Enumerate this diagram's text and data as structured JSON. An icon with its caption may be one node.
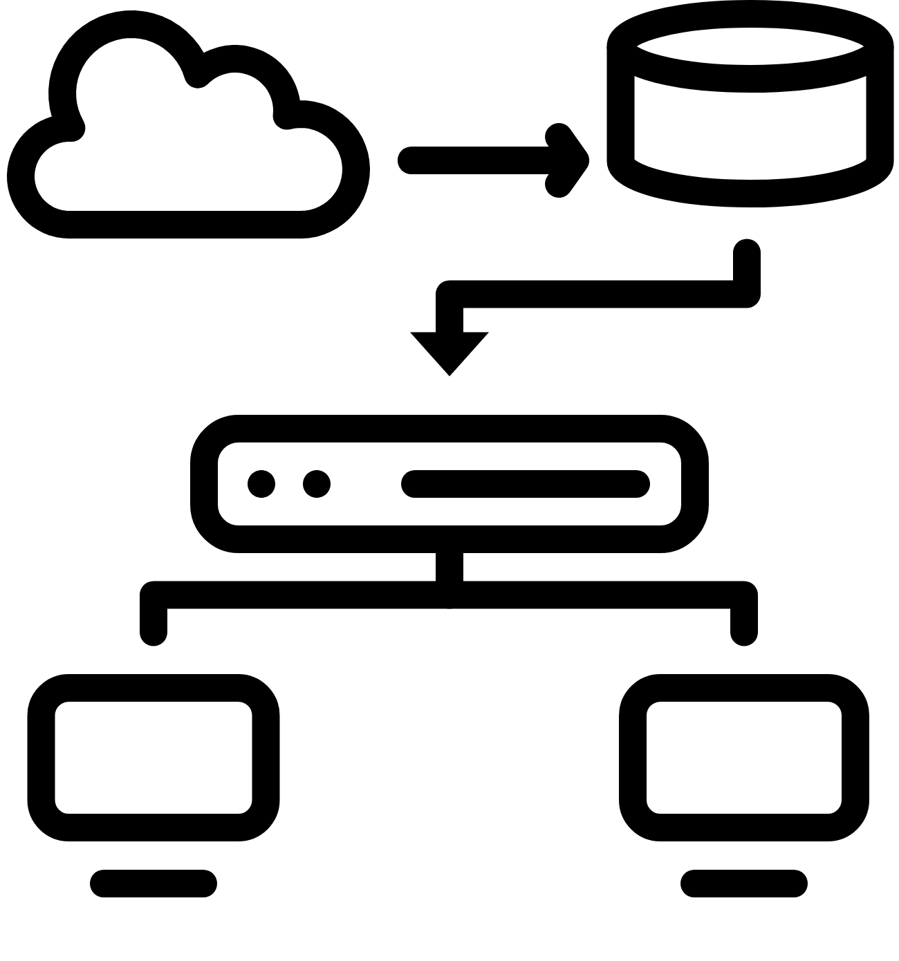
{
  "diagram": {
    "nodes": [
      {
        "text": [],
        "shape": "cloud"
      },
      {
        "text": [],
        "shape": "cylinder"
      },
      {
        "text": [],
        "shape": "server"
      },
      {
        "text": [],
        "shape": "monitor"
      },
      {
        "text": [],
        "shape": "monitor"
      }
    ],
    "edges": [
      {
        "from": 0,
        "to": 1,
        "arrow": "to"
      },
      {
        "from": 1,
        "to": 2,
        "arrow": "to"
      },
      {
        "from": 2,
        "to": 3,
        "arrow": "none"
      },
      {
        "from": 2,
        "to": 4,
        "arrow": "none"
      }
    ]
  }
}
